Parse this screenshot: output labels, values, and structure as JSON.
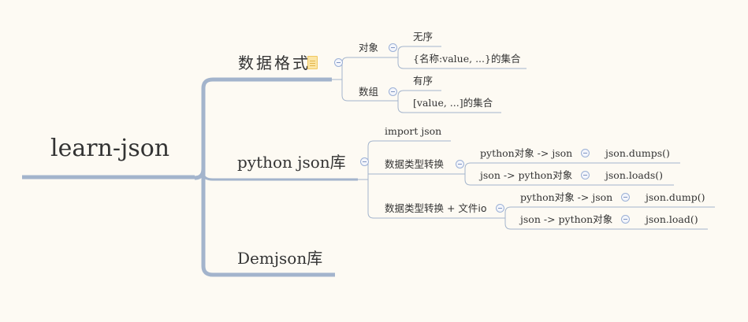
{
  "root": "learn-json",
  "branches": [
    {
      "label": "数据格式",
      "icon": "note-icon",
      "children": [
        {
          "label": "对象",
          "children": [
            "无序",
            "{名称:value, ...}的集合"
          ]
        },
        {
          "label": "数组",
          "children": [
            "有序",
            "[value, ...]的集合"
          ]
        }
      ]
    },
    {
      "label": "python json库",
      "children": [
        {
          "label": "import json"
        },
        {
          "label": "数据类型转换",
          "children": [
            {
              "label": "python对象 -> json",
              "child": "json.dumps()"
            },
            {
              "label": "json -> python对象",
              "child": "json.loads()"
            }
          ]
        },
        {
          "label": "数据类型转换 + 文件io",
          "children": [
            {
              "label": "python对象 -> json",
              "child": "json.dump()"
            },
            {
              "label": "json -> python对象",
              "child": "json.load()"
            }
          ]
        }
      ]
    },
    {
      "label": "Demjson库"
    }
  ],
  "colors": {
    "line": "#a3b4cc",
    "background": "#fdfaf3"
  }
}
